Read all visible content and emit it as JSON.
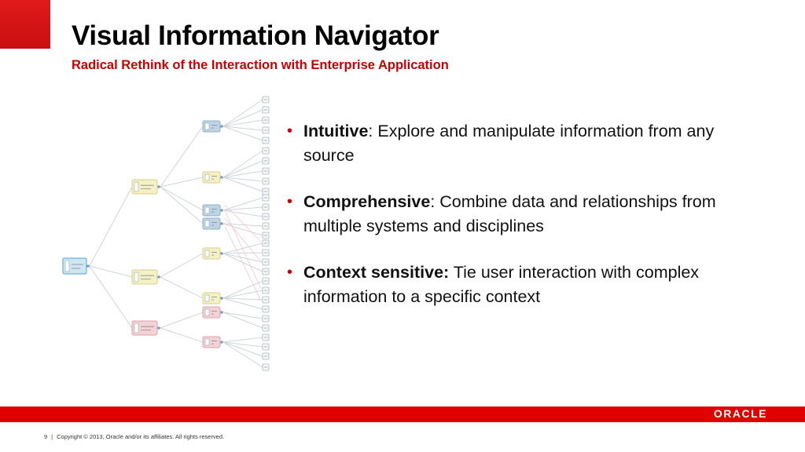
{
  "slide": {
    "title": "Visual Information Navigator",
    "subtitle": "Radical Rethink of the Interaction with Enterprise Application"
  },
  "bullets": [
    {
      "term": "Intuitive",
      "sep": ":",
      "text": " Explore and manipulate information from any source"
    },
    {
      "term": "Comprehensive",
      "sep": ":",
      "text": " Combine data and relationships from multiple systems and disciplines"
    },
    {
      "term": "Context sensitive:",
      "sep": "",
      "text": " Tie user interaction with complex information to a specific context"
    }
  ],
  "figure": {
    "icon": "hierarchy-tree-diagram",
    "colors": {
      "root": "#cfe6f4",
      "blue": "#bcd4e4",
      "yellow": "#f4f1c4",
      "pink": "#f2d2d6"
    }
  },
  "footer": {
    "page_number": "9",
    "copyright": "Copyright © 2013, Oracle and/or its affiliates. All rights reserved.",
    "logo_text": "ORACLE",
    "bar_color": "#e00000"
  }
}
